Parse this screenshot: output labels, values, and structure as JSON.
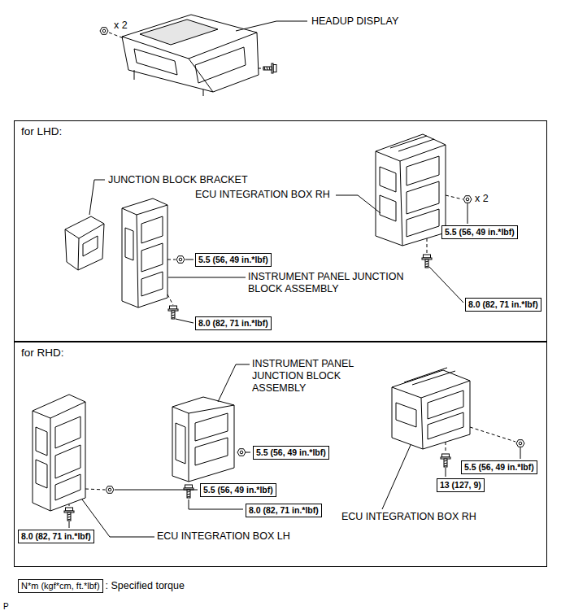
{
  "diagram": {
    "nodes": [
      {
        "text": [
          "for LHD:"
        ]
      },
      {
        "text": [
          "5.5 (56, 49 in.*lbf)"
        ],
        "in": 0
      },
      {
        "text": [
          "5.5 (56, 49 in.*lbf)"
        ],
        "in": 0
      },
      {
        "text": [
          "8.0 (82, 71 in.*lbf)"
        ],
        "in": 0
      },
      {
        "text": [
          "8.0 (82, 71 in.*lbf)"
        ],
        "in": 0
      },
      {
        "text": [
          "for RHD:"
        ]
      },
      {
        "text": [
          "5.5 (56, 49 in.*lbf)"
        ],
        "in": 5
      },
      {
        "text": [
          "5.5 (56, 49 in.*lbf)"
        ],
        "in": 5
      },
      {
        "text": [
          "5.5 (56, 49 in.*lbf)"
        ],
        "in": 5
      },
      {
        "text": [
          "13 (127, 9)"
        ],
        "in": 5
      },
      {
        "text": [
          "8.0 (82, 71 in.*lbf)"
        ],
        "in": 5
      },
      {
        "text": [
          "8.0 (82, 71 in.*lbf)"
        ],
        "in": 5
      },
      {
        "text": [
          "N*m (kgf*cm, ft.*lbf)"
        ]
      }
    ],
    "labels": [
      "HEADUP DISPLAY",
      "x 2",
      "JUNCTION BLOCK BRACKET",
      "ECU INTEGRATION BOX RH",
      "x 2",
      "INSTRUMENT PANEL JUNCTION BLOCK ASSEMBLY",
      "INSTRUMENT PANEL JUNCTION BLOCK ASSEMBLY",
      "ECU INTEGRATION BOX RH",
      "ECU INTEGRATION BOX LH",
      ": Specified torque",
      "P"
    ]
  }
}
